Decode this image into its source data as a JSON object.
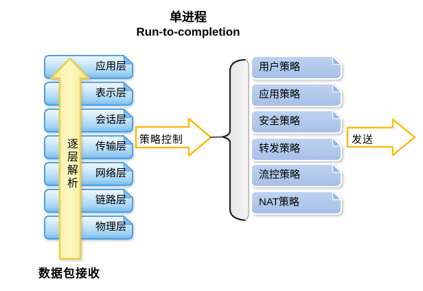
{
  "title": {
    "line1": "单进程",
    "line2": "Run-to-completion"
  },
  "osi_stack": {
    "layers": [
      {
        "label": "应用层"
      },
      {
        "label": "表示层"
      },
      {
        "label": "会话层"
      },
      {
        "label": "传输层"
      },
      {
        "label": "网络层"
      },
      {
        "label": "链路层"
      },
      {
        "label": "物理层"
      }
    ],
    "up_arrow_label": "逐层解析",
    "bottom_label": "数据包接收"
  },
  "policy_control_arrow": {
    "label": "策略控制"
  },
  "policies": [
    {
      "label": "用户策略"
    },
    {
      "label": "应用策略"
    },
    {
      "label": "安全策略"
    },
    {
      "label": "转发策略"
    },
    {
      "label": "流控策略"
    },
    {
      "label": "NAT策略"
    }
  ],
  "send_arrow": {
    "label": "发送"
  },
  "colors": {
    "layer_box_border": "#4FA0E0",
    "layer_box_fill_top": "#F2F9FE",
    "layer_box_fill_bottom": "#74BAEE",
    "policy_box_fill": "#AEC6E9",
    "policy_box_border": "#FFFFFF",
    "up_arrow_fill": "#FBF3A3",
    "up_arrow_border": "#EBCD45",
    "flow_arrow_border": "#FFB912",
    "flow_arrow_fill": "#FFFFFF",
    "brace_fill": "#E9E9E9",
    "text": "#000000"
  }
}
